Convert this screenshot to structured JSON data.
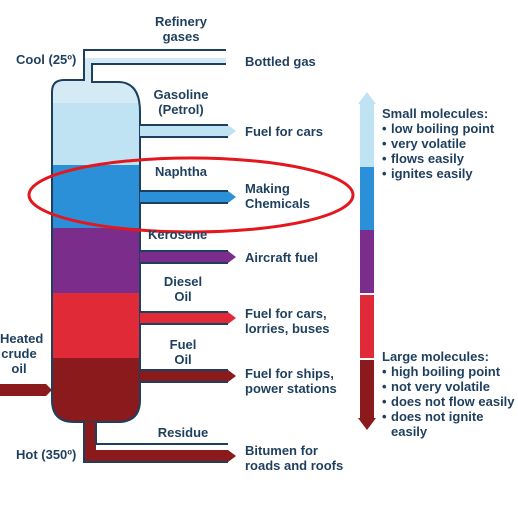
{
  "labels": {
    "cool": "Cool (25º)",
    "hot": "Hot (350º)",
    "heated_crude_oil": [
      "Heated",
      "crude",
      "oil"
    ]
  },
  "fractions": [
    {
      "name": [
        "Refinery",
        "gases"
      ],
      "use": [
        "Bottled gas"
      ],
      "color": "#d4eaf4"
    },
    {
      "name": [
        "Gasoline",
        "(Petrol)"
      ],
      "use": [
        "Fuel for cars"
      ],
      "color": "#bfe3f3"
    },
    {
      "name": [
        "Naphtha"
      ],
      "use": [
        "Making",
        "Chemicals"
      ],
      "color": "#2b90d8"
    },
    {
      "name": [
        "Kerosene"
      ],
      "use": [
        "Aircraft fuel"
      ],
      "color": "#7b2d8c"
    },
    {
      "name": [
        "Diesel",
        "Oil"
      ],
      "use": [
        "Fuel for cars,",
        "lorries, buses"
      ],
      "color": "#e02a38"
    },
    {
      "name": [
        "Fuel",
        "Oil"
      ],
      "use": [
        "Fuel for ships,",
        "power stations"
      ],
      "color": "#8b1a1c"
    },
    {
      "name": [
        "Residue"
      ],
      "use": [
        "Bitumen for",
        "roads and roofs"
      ],
      "color": "#8b1a1c"
    }
  ],
  "small_molecules": {
    "heading": "Small molecules:",
    "items": [
      "low boiling point",
      "very volatile",
      "flows easily",
      "ignites easily"
    ]
  },
  "large_molecules": {
    "heading": "Large molecules:",
    "items": [
      "high boiling point",
      "not very volatile",
      "does not flow easily",
      "does not ignite easily"
    ]
  },
  "colors": {
    "text": "#1f3f5e",
    "outline": "#1f3f5e",
    "highlight_ellipse": "#e4161e",
    "crude_oil_pipe": "#8b1a1c"
  }
}
